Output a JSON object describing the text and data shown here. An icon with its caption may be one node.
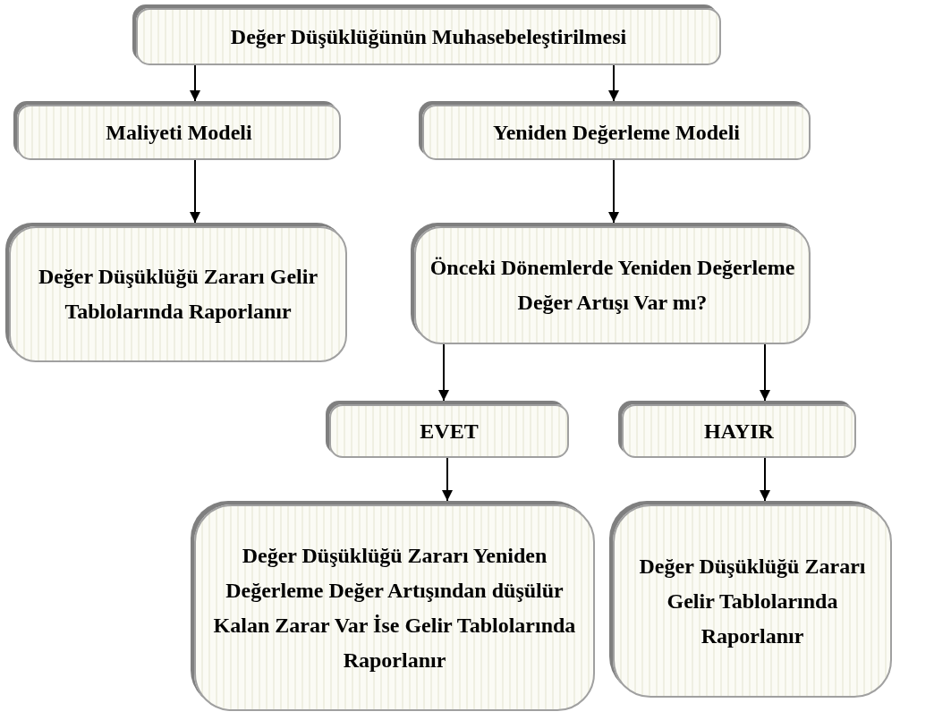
{
  "diagram": {
    "nodes": [
      {
        "text": [
          "Değer Düşüklüğünün Muhasebeleştirilmesi"
        ]
      },
      {
        "text": [
          "Maliyeti Modeli"
        ]
      },
      {
        "text": [
          "Yeniden Değerleme Modeli"
        ]
      },
      {
        "text": [
          "Değer Düşüklüğü Zararı Gelir Tablolarında Raporlanır"
        ]
      },
      {
        "text": [
          "Önceki Dönemlerde Yeniden Değerleme Değer Artışı Var mı?"
        ]
      },
      {
        "text": [
          "EVET"
        ]
      },
      {
        "text": [
          "HAYIR"
        ]
      },
      {
        "text": [
          "Değer Düşüklüğü Zararı Yeniden Değerleme Değer Artışından düşülür Kalan Zarar Var İse Gelir Tablolarında Raporlanır"
        ]
      },
      {
        "text": [
          "Değer Düşüklüğü Zararı Gelir Tablolarında Raporlanır"
        ]
      }
    ],
    "edges": [
      {
        "from": 0,
        "to": 1,
        "arrow": "to"
      },
      {
        "from": 0,
        "to": 2,
        "arrow": "to"
      },
      {
        "from": 1,
        "to": 3,
        "arrow": "to"
      },
      {
        "from": 2,
        "to": 4,
        "arrow": "to"
      },
      {
        "from": 4,
        "to": 5,
        "arrow": "to"
      },
      {
        "from": 4,
        "to": 6,
        "arrow": "to"
      },
      {
        "from": 5,
        "to": 7,
        "arrow": "to"
      },
      {
        "from": 6,
        "to": 8,
        "arrow": "to"
      }
    ]
  }
}
